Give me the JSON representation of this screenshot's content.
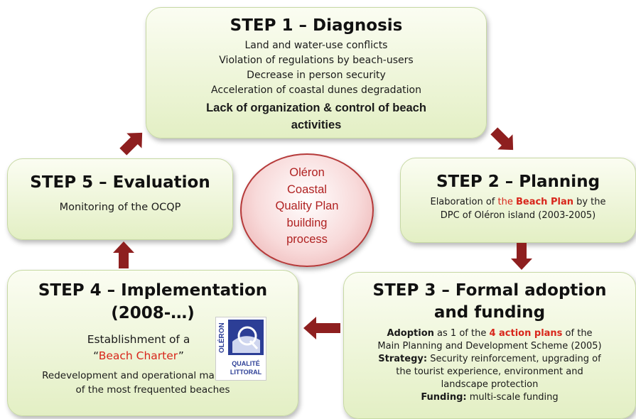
{
  "center": {
    "lines": [
      "Oléron",
      "Coastal",
      "Quality Plan",
      "building",
      "process"
    ]
  },
  "step1": {
    "title": "STEP 1 – Diagnosis",
    "items": [
      "Land and water-use conflicts",
      "Violation of regulations by beach-users",
      "Decrease in person security",
      "Acceleration of coastal dunes degradation"
    ],
    "bold_line1": "Lack of organization & control of beach",
    "bold_line2": "activities"
  },
  "step2": {
    "title": "STEP 2 – Planning",
    "line1_pre": "Elaboration of ",
    "line1_red": "the ",
    "line1_red_bold": "Beach Plan",
    "line1_post": " by the",
    "line2": "DPC of Oléron island (2003-2005)"
  },
  "step3": {
    "title_line1": "STEP 3 – Formal adoption",
    "title_line2": "and funding",
    "adoption_label": "Adoption",
    "adoption_text_pre": " as 1 of the ",
    "adoption_red": "4 action plans",
    "adoption_text_post": " of the",
    "adoption_line2": "Main Planning and Development Scheme (2005)",
    "strategy_label": "Strategy:",
    "strategy_text1": " Security reinforcement, upgrading of",
    "strategy_text2": "the tourist experience, environment and",
    "strategy_text3": "landscape protection",
    "funding_label": "Funding:",
    "funding_text": " multi-scale funding"
  },
  "step4": {
    "title_line1": "STEP 4 – Implementation",
    "title_line2": "(2008-…)",
    "establishment": "Establishment of a",
    "charter_open": "“",
    "charter": "Beach Charter",
    "charter_close": "”",
    "redev_line1": "Redevelopment and operational management",
    "redev_line2": "of the most frequented beaches",
    "logo": {
      "vertical": "OLÉRON",
      "line1": "QUALITÉ",
      "line2": "LITTORAL"
    }
  },
  "step5": {
    "title": "STEP 5 – Evaluation",
    "text": "Monitoring of the OCQP"
  },
  "colors": {
    "arrow": "#8e1f1f",
    "accent_red": "#d8261b",
    "box_border": "#c7d9a4",
    "logo_blue": "#2c3e96"
  }
}
